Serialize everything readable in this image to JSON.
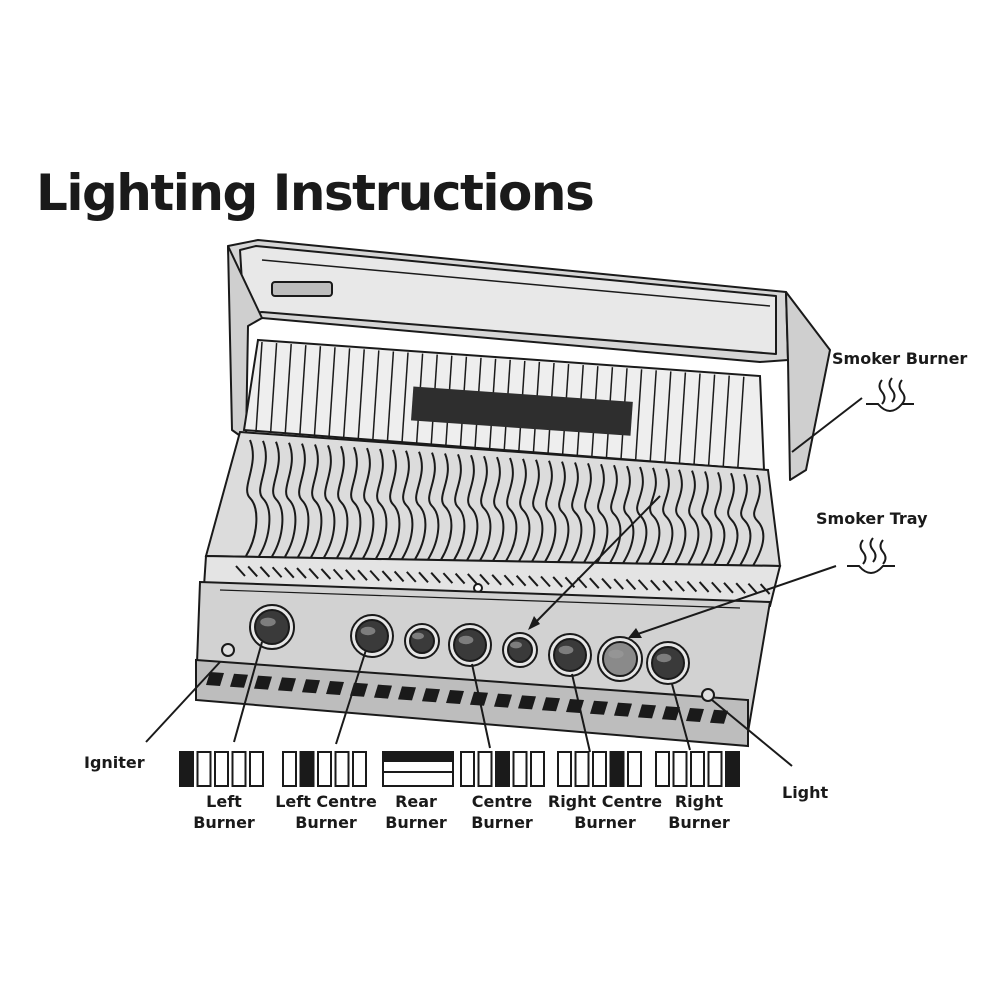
{
  "title": "Lighting Instructions",
  "callouts": {
    "smoker_burner": "Smoker Burner",
    "smoker_tray": "Smoker Tray",
    "igniter": "Igniter",
    "light": "Light"
  },
  "burners": [
    {
      "line1": "Left",
      "line2": "Burner"
    },
    {
      "line1": "Left Centre",
      "line2": "Burner"
    },
    {
      "line1": "Rear",
      "line2": "Burner"
    },
    {
      "line1": "Centre",
      "line2": "Burner"
    },
    {
      "line1": "Right Centre",
      "line2": "Burner"
    },
    {
      "line1": "Right",
      "line2": "Burner"
    }
  ],
  "colors": {
    "ink": "#1a1a1a",
    "steel": "#cfcfcf",
    "steel_dark": "#9a9a9a",
    "knob": "#3a3a3a"
  },
  "icons": [
    "grill-illustration",
    "heat-waves-icon",
    "burner-position-indicator-icon"
  ]
}
